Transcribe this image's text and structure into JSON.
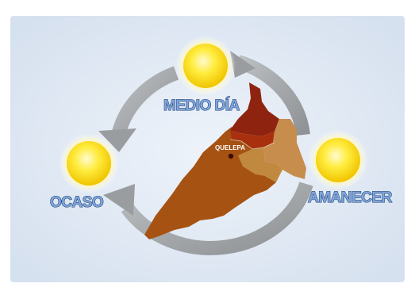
{
  "diagram": {
    "labels": {
      "noon": "MEDIO DÍA",
      "sunset": "OCASO",
      "sunrise": "AMANECER",
      "town": "QUELEPA"
    },
    "colors": {
      "background_panel": "#dfe8f4",
      "cycle_arrow": "#a9acaf",
      "sun_core": "#ffe94a",
      "sun_glow": "#fff3a0",
      "label_fill": "#7fa6d8",
      "label_outline": "#1f3f7a",
      "map_dark_red": "#8e2410",
      "map_red": "#a8300f",
      "map_brown": "#a55213",
      "map_tan": "#c78d4c",
      "town_dot": "#3a0d05"
    },
    "icons": {
      "sun": "sun-icon",
      "arrow": "curved-arrow-icon",
      "location": "map-pin-icon"
    }
  }
}
